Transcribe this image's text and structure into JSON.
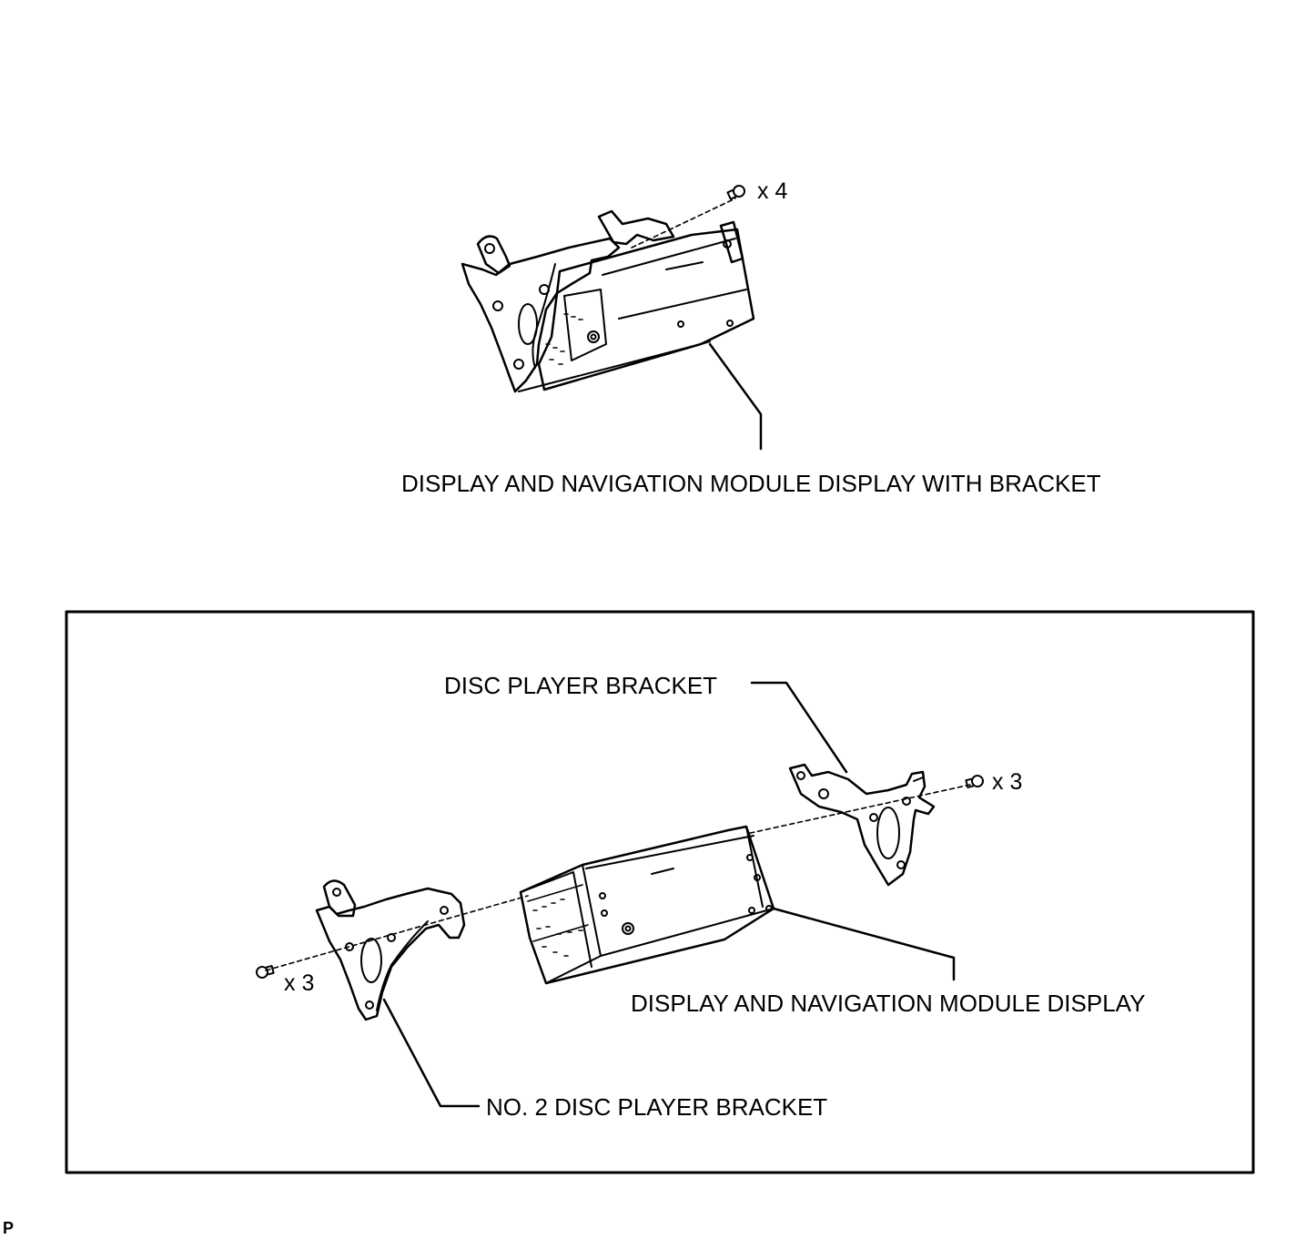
{
  "top_assembly": {
    "label": "DISPLAY AND NAVIGATION MODULE DISPLAY WITH BRACKET",
    "bolt_count": "x 4"
  },
  "exploded_view": {
    "disc_player_bracket": "DISC PLAYER BRACKET",
    "module_display": "DISPLAY AND NAVIGATION MODULE DISPLAY",
    "no2_disc_player_bracket": "NO. 2 DISC PLAYER BRACKET",
    "right_bolt_count": "x 3",
    "left_bolt_count": "x 3"
  },
  "corner_mark": "P",
  "icons": [
    "bolt-icon",
    "bracket-drawing",
    "module-drawing"
  ]
}
